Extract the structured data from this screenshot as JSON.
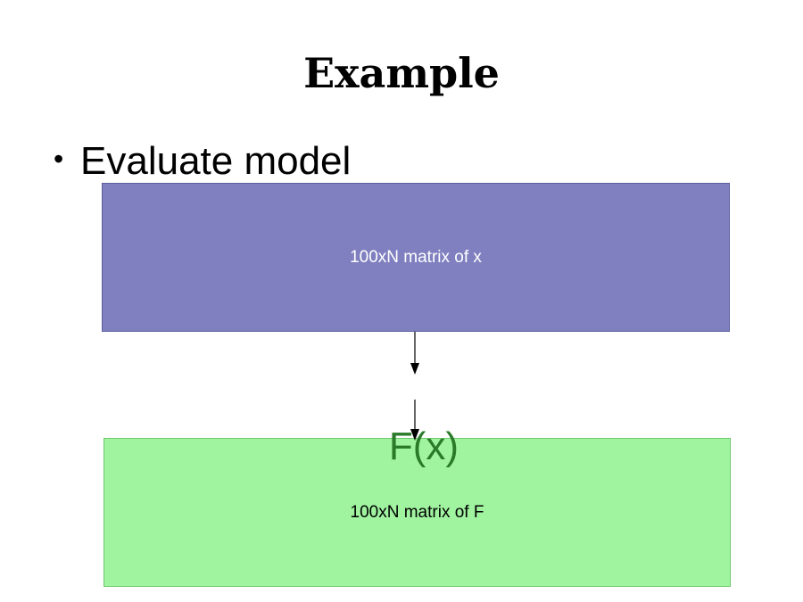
{
  "slide": {
    "title": "Example",
    "bullet_text": "Evaluate model",
    "input_box_label": "100xN matrix of x",
    "function_label": "F(x)",
    "output_box_label": "100xN matrix of F"
  },
  "colors": {
    "input_box_fill": "#8080c0",
    "output_box_fill": "#a0f4a0",
    "function_label_color": "#2a7a2a",
    "arrow_color": "#000000"
  }
}
